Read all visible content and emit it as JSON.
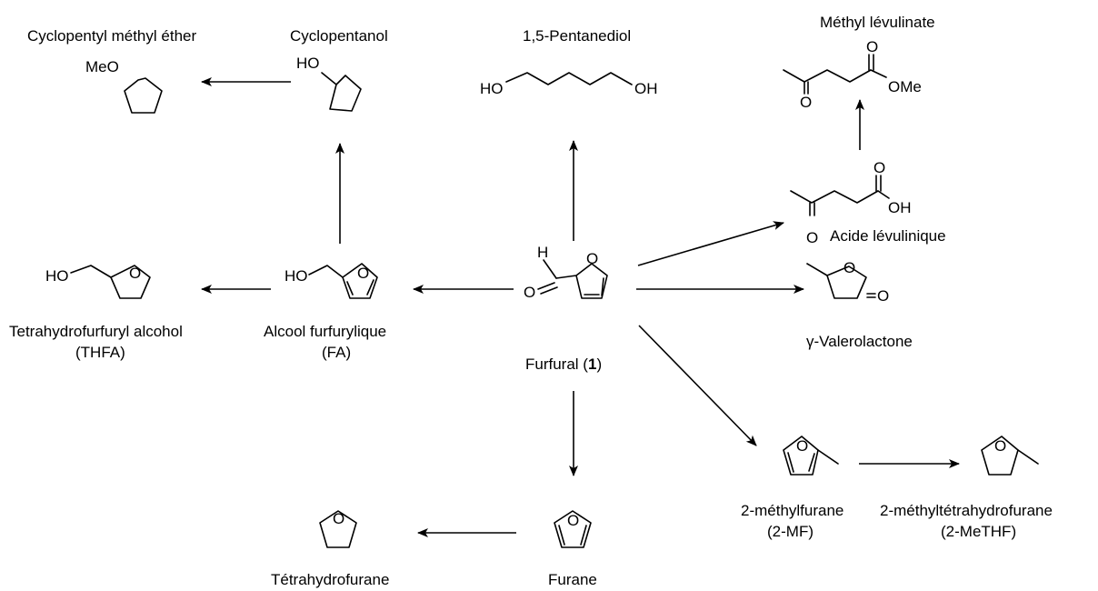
{
  "compounds": {
    "furfural": {
      "name": "Furfural (",
      "num": "1",
      "close": ")",
      "aldehyde_h": "H",
      "o_carbonyl": "O",
      "o_ring": "O"
    },
    "furfuryl_alcohol": {
      "name": "Alcool furfurylique",
      "abbr": "(FA)",
      "oh": "HO",
      "o_ring": "O"
    },
    "thfa": {
      "name": "Tetrahydrofurfuryl alcohol",
      "abbr": "(THFA)",
      "oh": "HO",
      "o_ring": "O"
    },
    "cyclopentanol": {
      "name": "Cyclopentanol",
      "oh": "HO"
    },
    "cpme": {
      "name": "Cyclopentyl méthyl éther",
      "ome": "MeO"
    },
    "pentanediol": {
      "name": "1,5-Pentanediol",
      "oh_left": "HO",
      "oh_right": "OH"
    },
    "methyl_levulinate": {
      "name": "Méthyl lévulinate",
      "o_keto": "O",
      "o_ester": "O",
      "ome": "OMe"
    },
    "levulinic_acid": {
      "name": "Acide lévulinique",
      "o_keto": "O",
      "o_acid": "O",
      "oh": "OH"
    },
    "gvl": {
      "name": "γ-Valerolactone",
      "o_ring": "O",
      "o_carbonyl": "O"
    },
    "methylfuran": {
      "name": "2-méthylfurane",
      "abbr": "(2-MF)",
      "o_ring": "O"
    },
    "methylthf": {
      "name": "2-méthyltétrahydrofurane",
      "abbr": "(2-MeTHF)",
      "o_ring": "O"
    },
    "furan": {
      "name": "Furane",
      "o_ring": "O"
    },
    "thf": {
      "name": "Tétrahydrofurane",
      "o_ring": "O"
    }
  }
}
